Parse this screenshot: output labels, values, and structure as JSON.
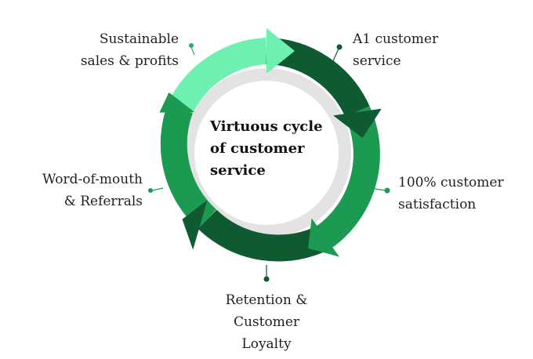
{
  "diagram": {
    "center_title": "Virtuous cycle\nof customer\nservice",
    "stages": [
      {
        "id": "sales",
        "label": "Sustainable\nsales & profits",
        "color": "#6ef0b0"
      },
      {
        "id": "a1",
        "label": "A1 customer\nservice",
        "color": "#0f5a30"
      },
      {
        "id": "satisfaction",
        "label": "100% customer\nsatisfaction",
        "color": "#1c9a52"
      },
      {
        "id": "retention",
        "label": "Retention &\nCustomer\nLoyalty",
        "color": "#0f5a30"
      },
      {
        "id": "wom",
        "label": "Word-of-mouth\n& Referrals",
        "color": "#1c9a52"
      }
    ],
    "colors": {
      "inner_ring": "#e3e3e3",
      "center": "#ffffff",
      "marker": "#0f5a30"
    }
  }
}
